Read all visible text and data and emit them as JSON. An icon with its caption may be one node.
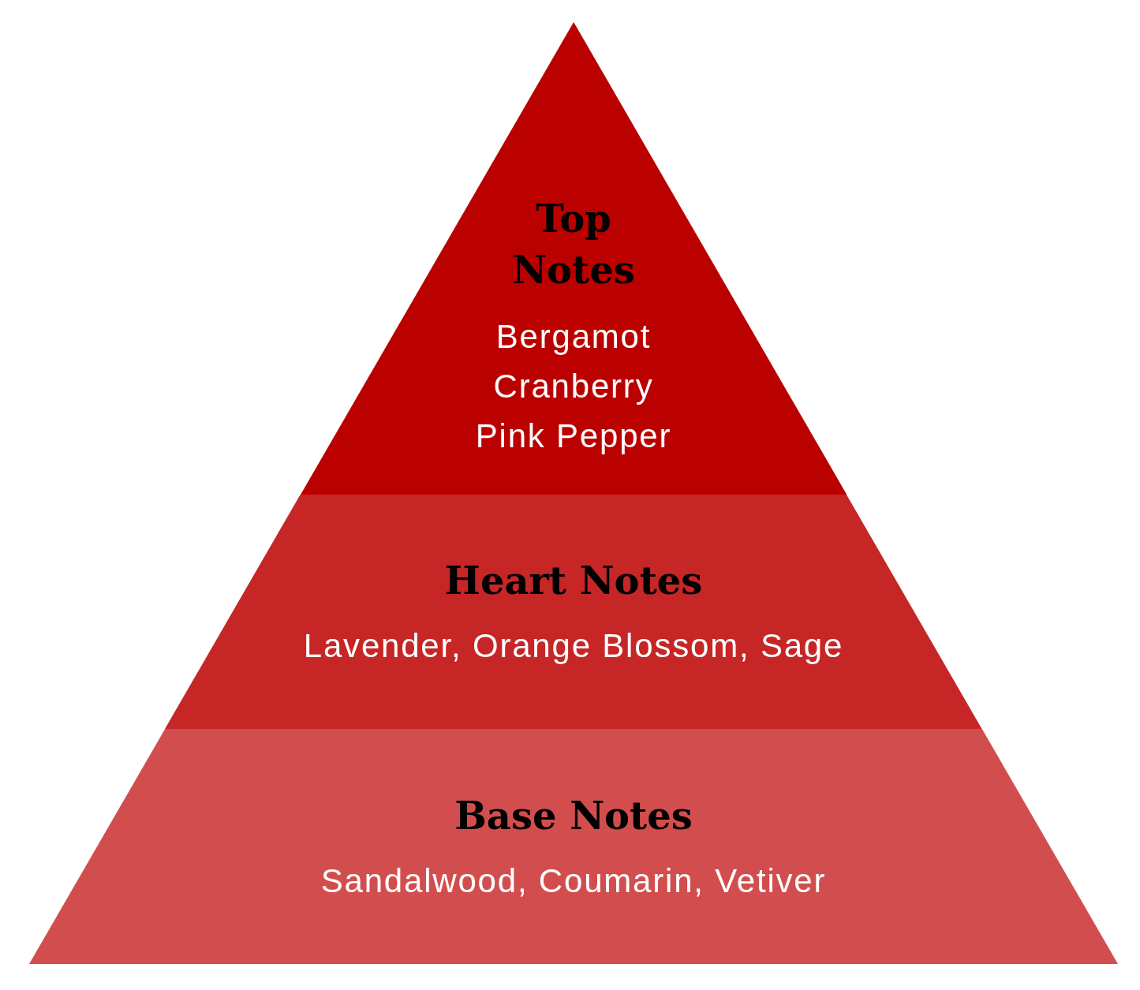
{
  "diagram": {
    "nodes": [
      {
        "text": [
          "Top Notes",
          "Bergamot",
          "Cranberry",
          "Pink Pepper"
        ]
      },
      {
        "text": [
          "Heart Notes",
          "Lavender, Orange Blossom, Sage"
        ]
      },
      {
        "text": [
          "Base Notes",
          "Sandalwood, Coumarin, Vetiver"
        ]
      }
    ]
  }
}
